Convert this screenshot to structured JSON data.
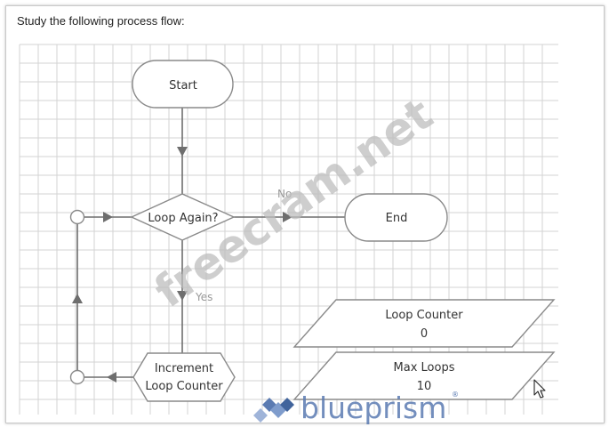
{
  "prompt": "Study the following process flow:",
  "nodes": {
    "start": "Start",
    "decision": "Loop Again?",
    "end": "End",
    "increment_line1": "Increment",
    "increment_line2": "Loop Counter",
    "loop_counter_label": "Loop Counter",
    "loop_counter_value": "0",
    "max_loops_label": "Max Loops",
    "max_loops_value": "10"
  },
  "branches": {
    "no": "No",
    "yes": "Yes"
  },
  "watermark": {
    "text": "freecram.net"
  },
  "branding": {
    "brand": "blueprism",
    "registered": "®"
  },
  "colors": {
    "grid": "#cfcfcf",
    "line": "#6e6e6e",
    "node_stroke": "#8a8a8a",
    "watermark": "#c8c8c8",
    "brand": "#5b7bb2"
  }
}
